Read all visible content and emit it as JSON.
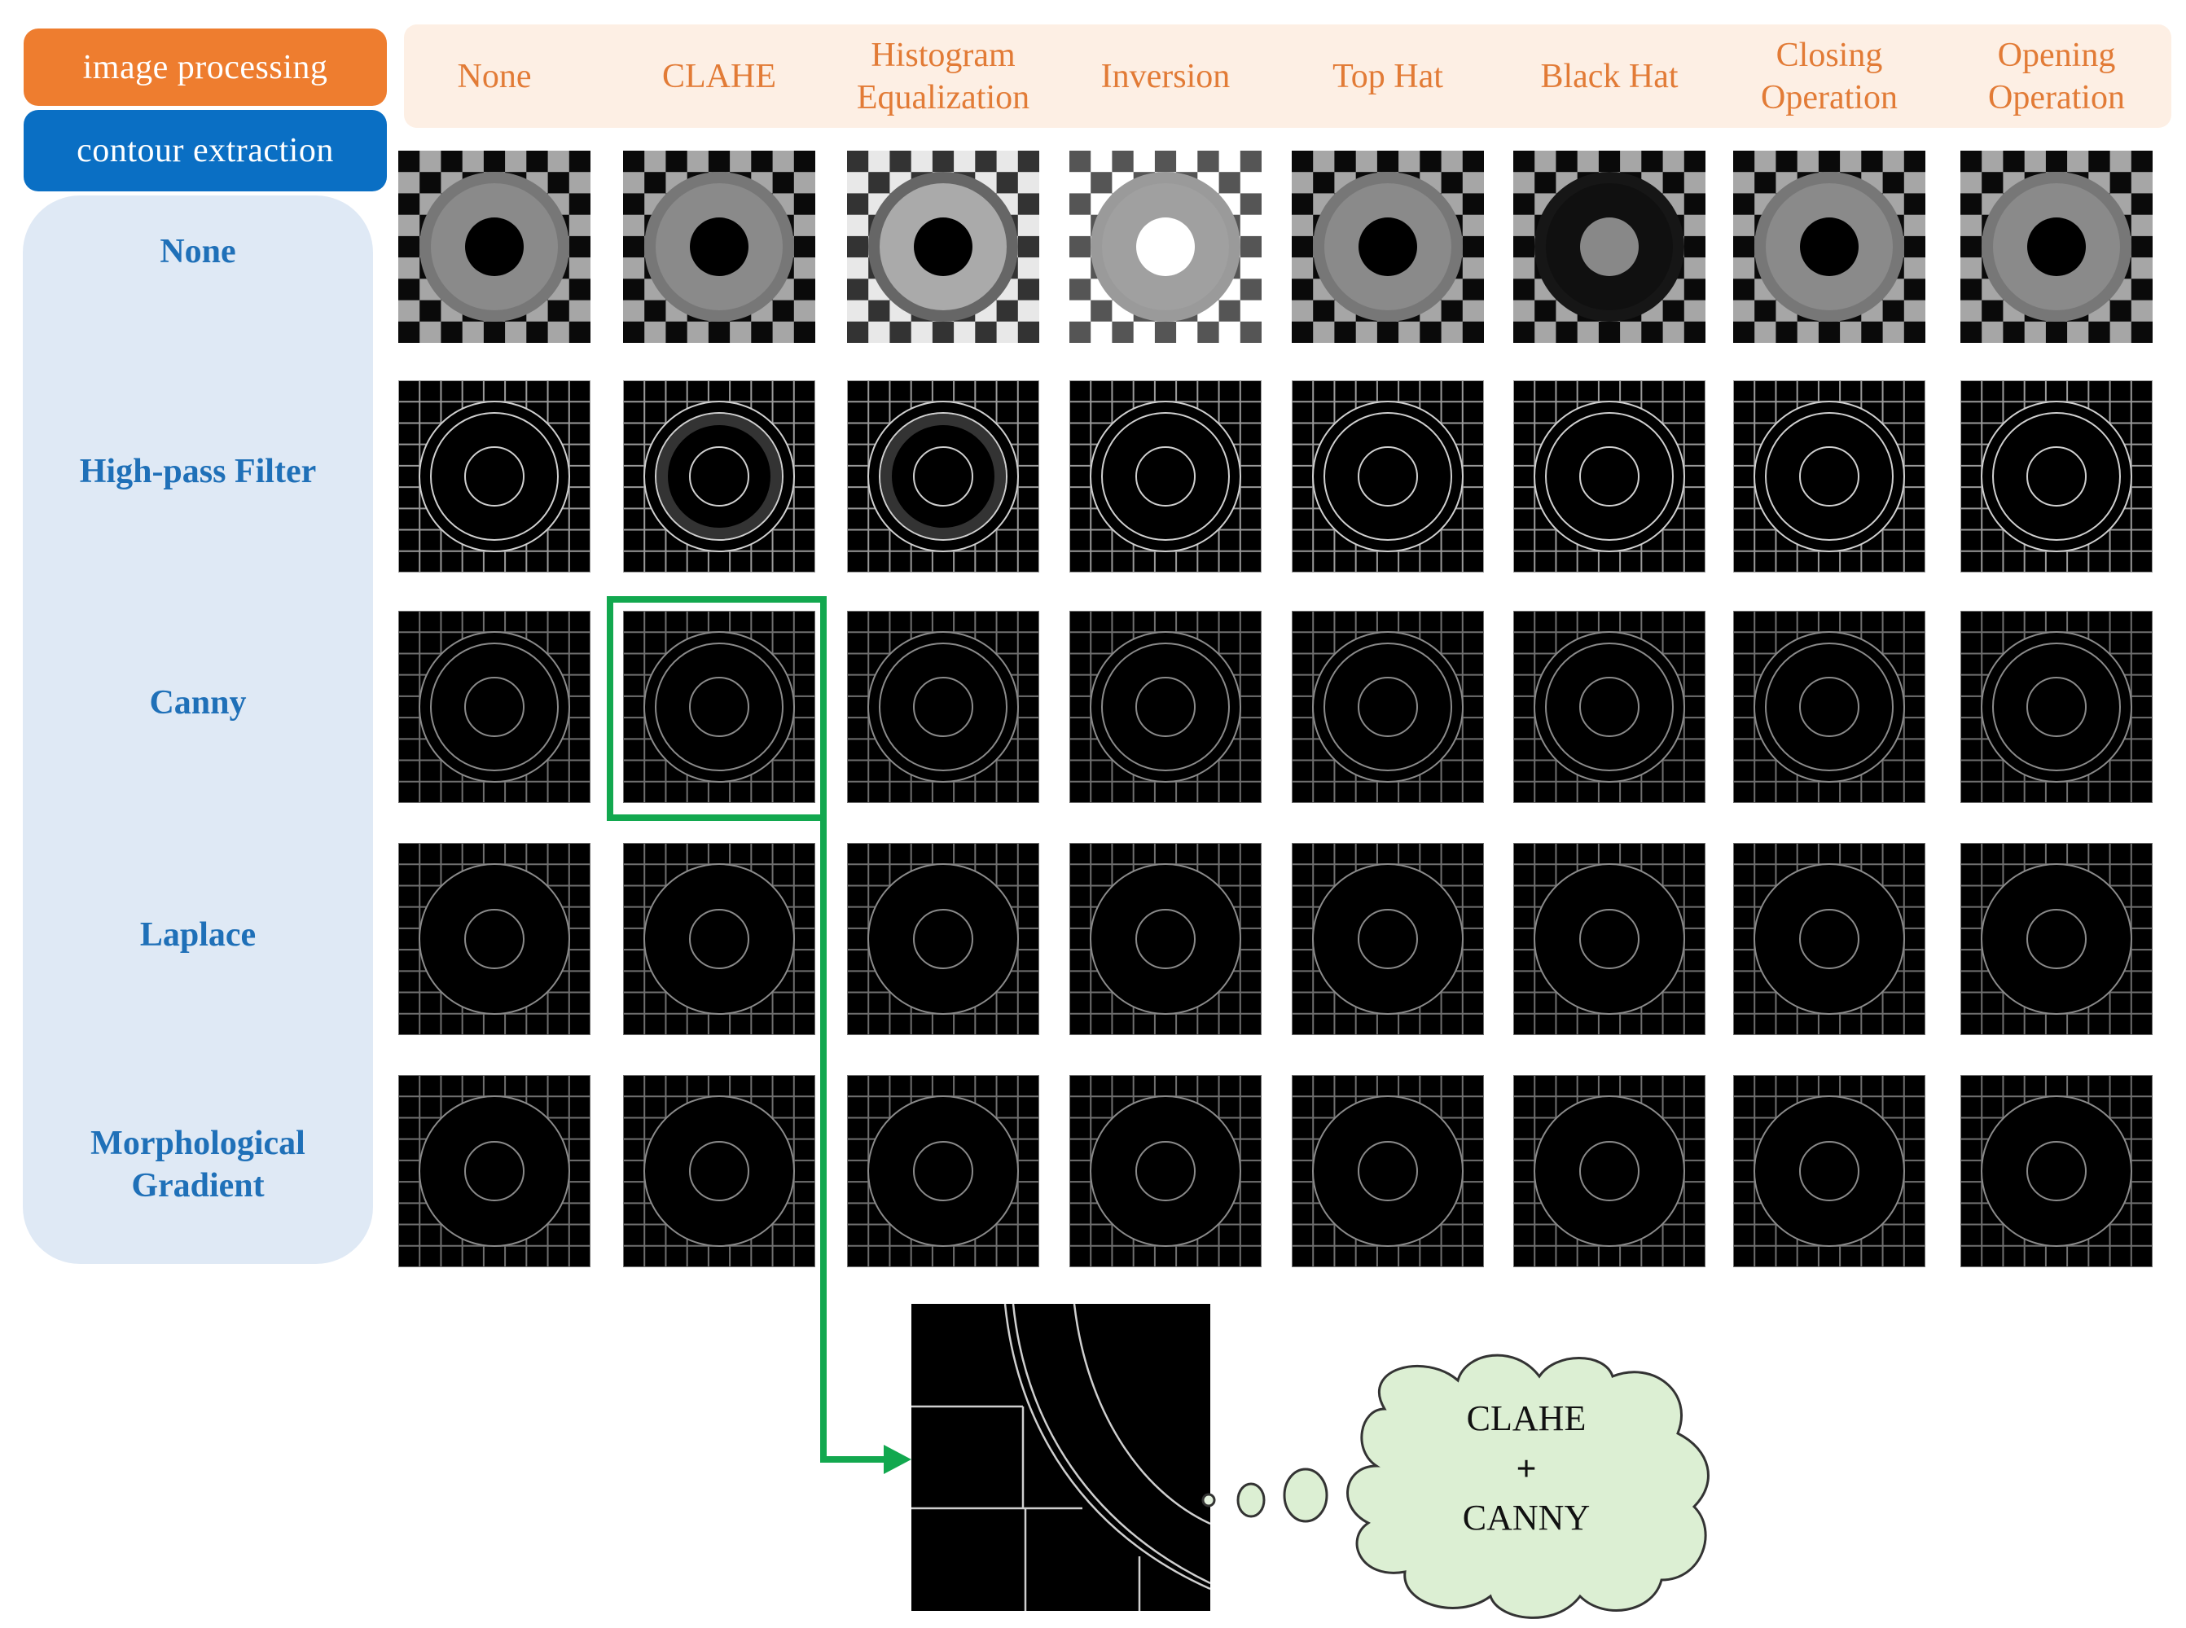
{
  "legend": {
    "image_processing": {
      "label": "image processing",
      "color": "#ee7d2f"
    },
    "contour_extraction": {
      "label": "contour extraction",
      "color": "#0a6fc4"
    }
  },
  "columns": [
    {
      "label": "None"
    },
    {
      "label": "CLAHE"
    },
    {
      "label": "Histogram Equalization"
    },
    {
      "label": "Inversion"
    },
    {
      "label": "Top Hat"
    },
    {
      "label": "Black Hat"
    },
    {
      "label": "Closing Operation"
    },
    {
      "label": "Opening Operation"
    }
  ],
  "rows": [
    {
      "label": "None"
    },
    {
      "label": "High-pass Filter"
    },
    {
      "label": "Canny"
    },
    {
      "label": "Laplace"
    },
    {
      "label": "Morphological Gradient"
    }
  ],
  "highlight": {
    "row": "Canny",
    "column": "CLAHE",
    "color": "#12a84f"
  },
  "callout": {
    "line1": "CLAHE",
    "line2": "+",
    "line3": "CANNY",
    "fill": "#dcefd3"
  },
  "colors": {
    "column_header_text": "#e27b36",
    "column_header_bg": "#fdefe4",
    "row_label_text": "#1f70b8",
    "row_panel_bg": "#dfe9f5"
  }
}
